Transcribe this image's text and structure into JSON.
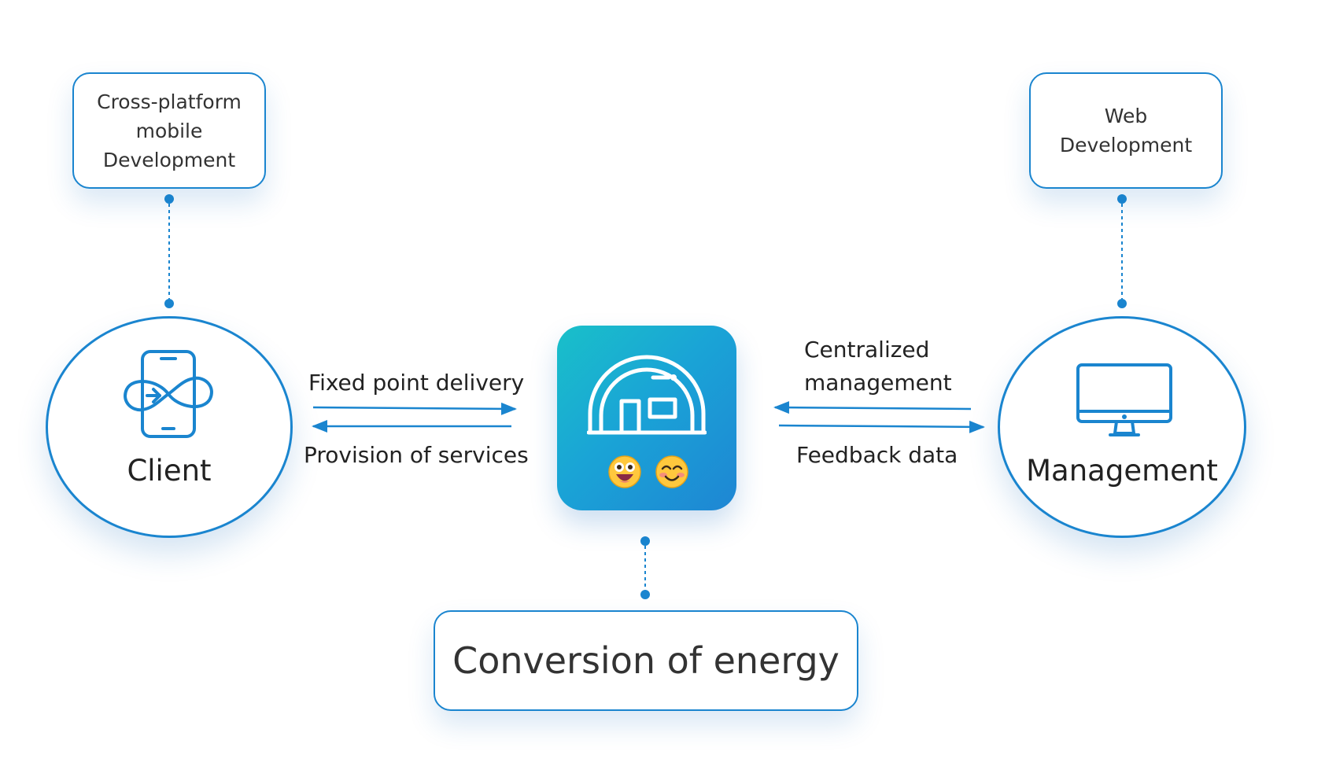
{
  "colors": {
    "accent": "#1a85cf",
    "tile_start": "#19c0c9",
    "tile_end": "#1e86d4",
    "text": "#222222"
  },
  "top_left_box": {
    "lines": [
      "Cross-platform",
      "mobile",
      "Development"
    ]
  },
  "top_right_box": {
    "lines": [
      "Web",
      "Development"
    ]
  },
  "client": {
    "label": "Client",
    "icon": "mobile-infinity-icon"
  },
  "management": {
    "label": "Management",
    "icon": "monitor-icon"
  },
  "center": {
    "icon": "dome-house-icon",
    "emojis": [
      "grinning-face-icon",
      "smiling-blush-face-icon"
    ]
  },
  "left_flows": {
    "top": "Fixed point delivery",
    "bottom": "Provision of services"
  },
  "right_flows": {
    "top_lines": [
      "Centralized",
      "management"
    ],
    "bottom": "Feedback data"
  },
  "bottom_box": {
    "label": "Conversion of energy"
  }
}
